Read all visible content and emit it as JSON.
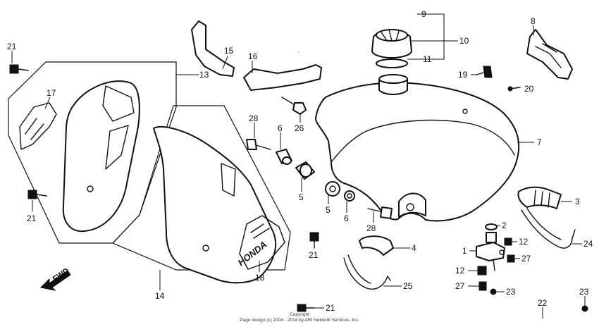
{
  "callouts": [
    {
      "id": "c1",
      "text": "1"
    },
    {
      "id": "c2",
      "text": "2"
    },
    {
      "id": "c3",
      "text": "3"
    },
    {
      "id": "c4",
      "text": "4"
    },
    {
      "id": "c5a",
      "text": "5"
    },
    {
      "id": "c5b",
      "text": "5"
    },
    {
      "id": "c6a",
      "text": "6"
    },
    {
      "id": "c6b",
      "text": "6"
    },
    {
      "id": "c7",
      "text": "7"
    },
    {
      "id": "c8",
      "text": "8"
    },
    {
      "id": "c9",
      "text": "9"
    },
    {
      "id": "c10",
      "text": "10"
    },
    {
      "id": "c11",
      "text": "11"
    },
    {
      "id": "c12a",
      "text": "12"
    },
    {
      "id": "c12b",
      "text": "12"
    },
    {
      "id": "c13",
      "text": "13"
    },
    {
      "id": "c14",
      "text": "14"
    },
    {
      "id": "c15",
      "text": "15"
    },
    {
      "id": "c16",
      "text": "16"
    },
    {
      "id": "c17",
      "text": "17"
    },
    {
      "id": "c18",
      "text": "18"
    },
    {
      "id": "c19",
      "text": "19"
    },
    {
      "id": "c20",
      "text": "20"
    },
    {
      "id": "c21a",
      "text": "21"
    },
    {
      "id": "c21b",
      "text": "21"
    },
    {
      "id": "c21c",
      "text": "21"
    },
    {
      "id": "c21d",
      "text": "21"
    },
    {
      "id": "c22",
      "text": "22"
    },
    {
      "id": "c23a",
      "text": "23"
    },
    {
      "id": "c23b",
      "text": "23"
    },
    {
      "id": "c24",
      "text": "24"
    },
    {
      "id": "c25",
      "text": "25"
    },
    {
      "id": "c26",
      "text": "26"
    },
    {
      "id": "c27a",
      "text": "27"
    },
    {
      "id": "c27b",
      "text": "27"
    },
    {
      "id": "c28a",
      "text": "28"
    },
    {
      "id": "c28b",
      "text": "28"
    }
  ],
  "fwd_label": "FWD",
  "decal_text": "HONDA",
  "footer": {
    "line1": "Copyright",
    "line2": "Page design (c) 2004 - 2014 by ARI Network Services, Inc."
  }
}
